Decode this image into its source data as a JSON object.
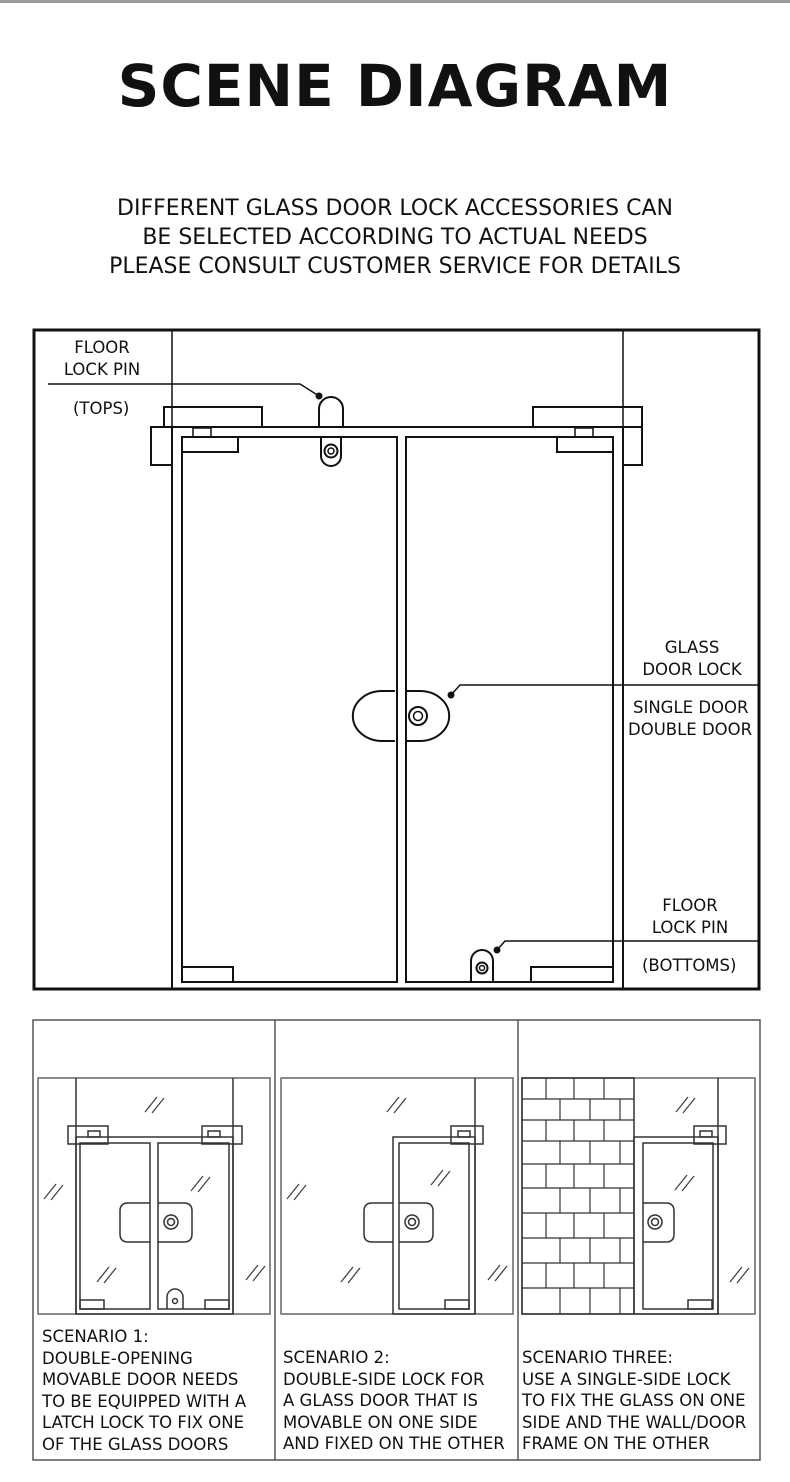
{
  "title": "SCENE DIAGRAM",
  "subtitle": {
    "line1": "DIFFERENT GLASS DOOR LOCK ACCESSORIES CAN",
    "line2": "BE SELECTED ACCORDING TO ACTUAL NEEDS",
    "line3": "PLEASE CONSULT CUSTOMER SERVICE FOR DETAILS"
  },
  "callouts": {
    "top_pin": {
      "line1": "FLOOR",
      "line2": "LOCK PIN",
      "sub": "(TOPS)"
    },
    "glass_lock": {
      "line1": "GLASS",
      "line2": "DOOR LOCK",
      "sub1": "SINGLE DOOR",
      "sub2": "DOUBLE DOOR"
    },
    "bottom_pin": {
      "line1": "FLOOR",
      "line2": "LOCK PIN",
      "sub": "(BOTTOMS)"
    }
  },
  "scenarios": [
    {
      "lines": [
        "SCENARIO 1:",
        "DOUBLE-OPENING",
        "MOVABLE DOOR NEEDS",
        "TO BE EQUIPPED WITH A",
        "LATCH LOCK TO FIX ONE",
        "OF THE GLASS DOORS"
      ]
    },
    {
      "lines": [
        "SCENARIO 2:",
        "DOUBLE-SIDE LOCK FOR",
        "A GLASS DOOR THAT IS",
        "MOVABLE ON ONE SIDE",
        "AND FIXED ON THE OTHER"
      ]
    },
    {
      "lines": [
        "SCENARIO THREE:",
        "USE A SINGLE-SIDE LOCK",
        "TO FIX THE GLASS ON ONE",
        "SIDE AND THE WALL/DOOR",
        "FRAME ON THE OTHER"
      ]
    }
  ]
}
